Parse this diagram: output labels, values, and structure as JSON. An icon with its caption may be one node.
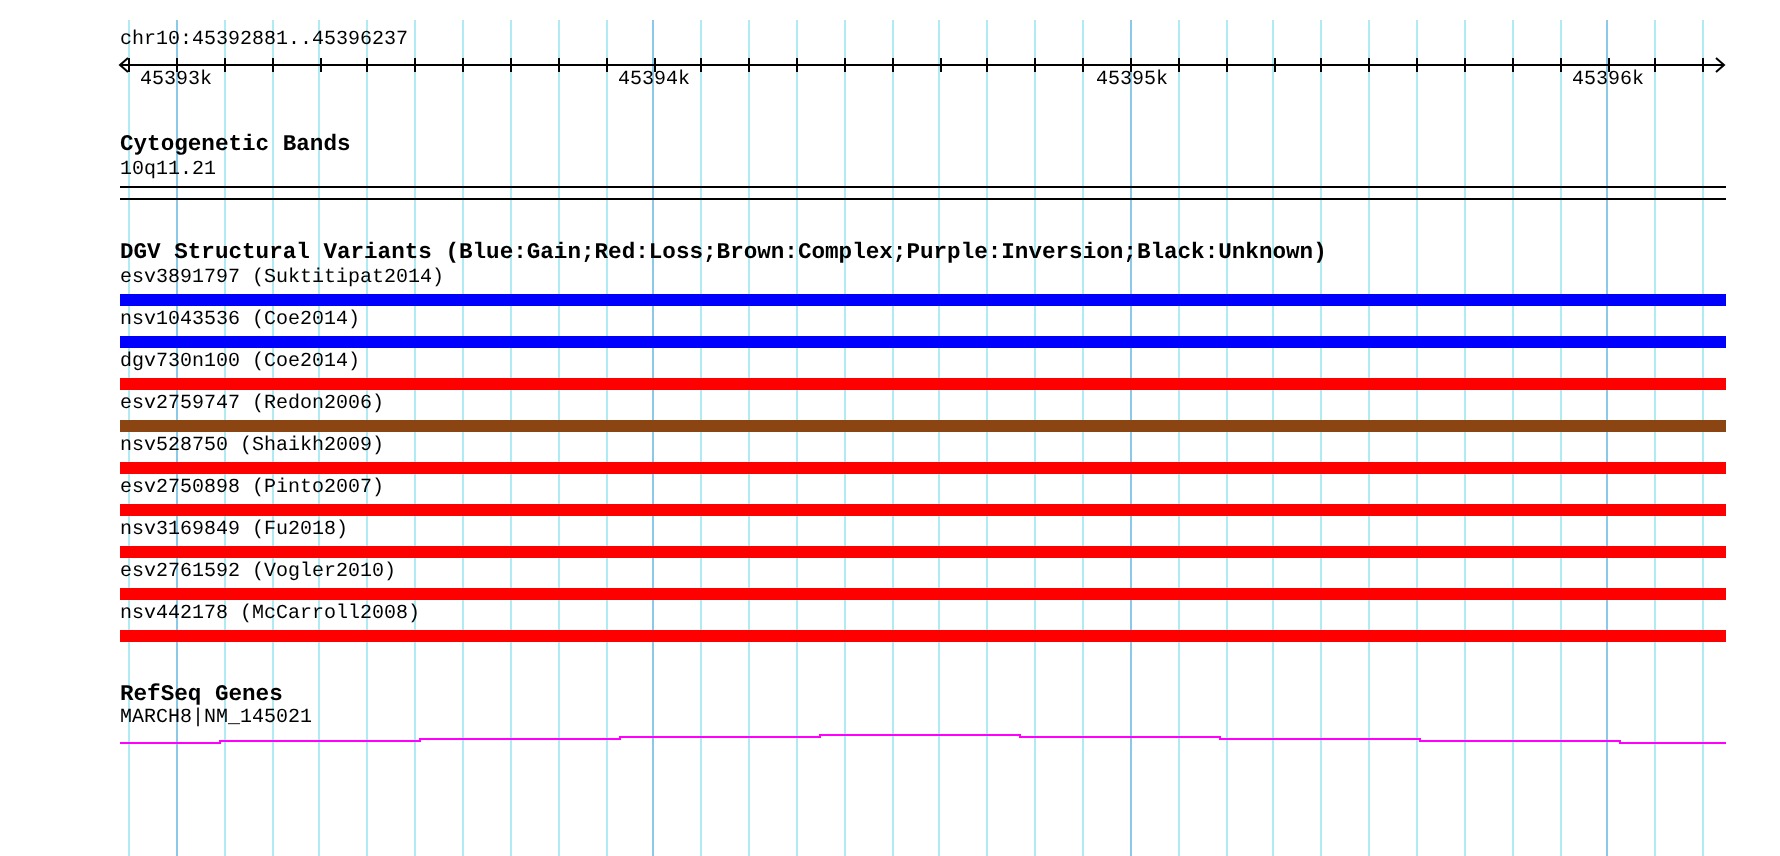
{
  "diagram": {
    "title": "chr10:45392881..45396237",
    "nodes": [
      {
        "text": [
          "10q11.21"
        ]
      },
      {
        "text": [
          "esv3891797 (Suktitipat2014)"
        ]
      },
      {
        "text": [
          "nsv1043536 (Coe2014)"
        ]
      },
      {
        "text": [
          "dgv730n100 (Coe2014)"
        ]
      },
      {
        "text": [
          "esv2759747 (Redon2006)"
        ]
      },
      {
        "text": [
          "nsv528750 (Shaikh2009)"
        ]
      },
      {
        "text": [
          "esv2750898 (Pinto2007)"
        ]
      },
      {
        "text": [
          "nsv3169849 (Fu2018)"
        ]
      },
      {
        "text": [
          "esv2761592 (Vogler2010)"
        ]
      },
      {
        "text": [
          "nsv442178 (McCarroll2008)"
        ]
      },
      {
        "text": [
          "MARCH8|NM_145021"
        ]
      }
    ],
    "labels": [
      "45393k",
      "45394k",
      "45395k",
      "45396k",
      "Cytogenetic Bands",
      "DGV Structural Variants (Blue:Gain;Red:Loss;Brown:Complex;Purple:Inversion;Black:Unknown)",
      "RefSeq Genes"
    ]
  }
}
